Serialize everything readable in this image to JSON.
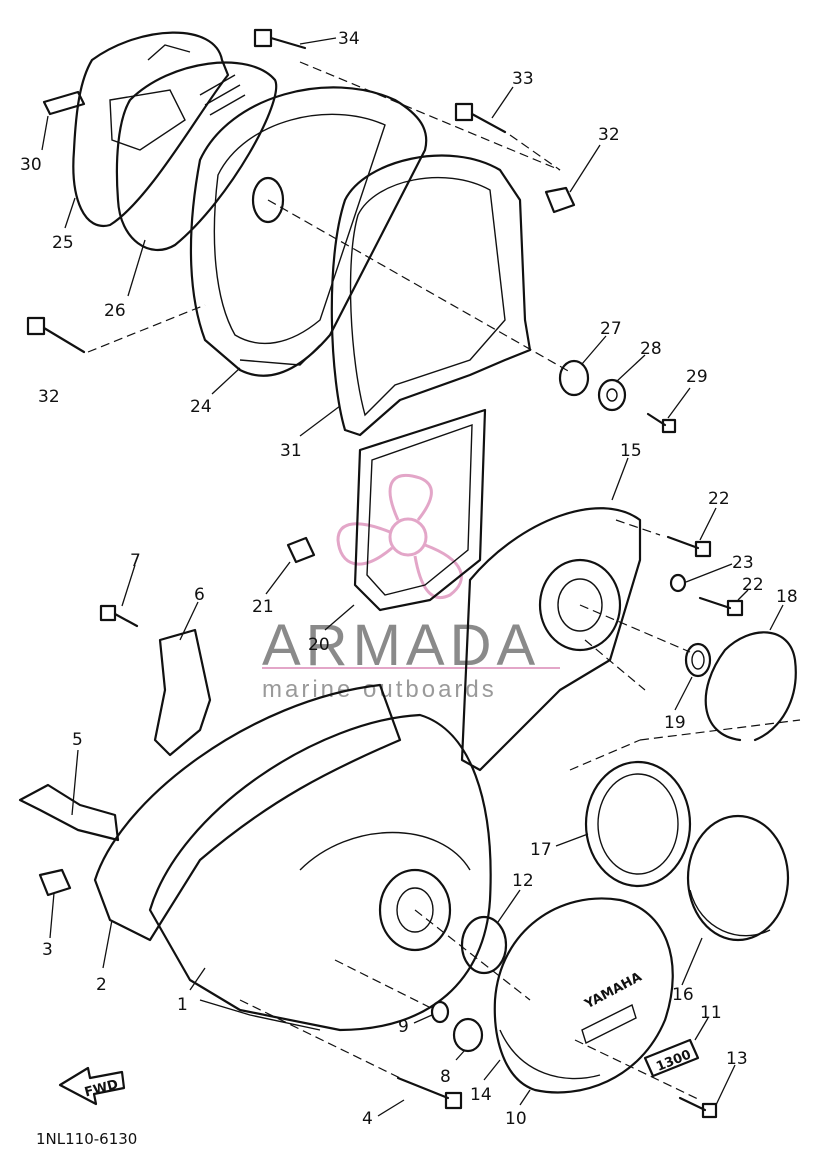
{
  "diagram": {
    "code": "1NL110-6130",
    "watermark": {
      "brand": "ARMADA",
      "tagline": "marine outboards",
      "color": "#e3a6c8"
    },
    "stamps": {
      "cover": "YAMAHA",
      "badge": "1300",
      "arrow": "FWD"
    },
    "callouts": [
      {
        "n": "1"
      },
      {
        "n": "2"
      },
      {
        "n": "3"
      },
      {
        "n": "4"
      },
      {
        "n": "5"
      },
      {
        "n": "6"
      },
      {
        "n": "7"
      },
      {
        "n": "8"
      },
      {
        "n": "9"
      },
      {
        "n": "10"
      },
      {
        "n": "11"
      },
      {
        "n": "12"
      },
      {
        "n": "13"
      },
      {
        "n": "14"
      },
      {
        "n": "15"
      },
      {
        "n": "16"
      },
      {
        "n": "17"
      },
      {
        "n": "18"
      },
      {
        "n": "19"
      },
      {
        "n": "20"
      },
      {
        "n": "21"
      },
      {
        "n": "22"
      },
      {
        "n": "22"
      },
      {
        "n": "23"
      },
      {
        "n": "24"
      },
      {
        "n": "25"
      },
      {
        "n": "26"
      },
      {
        "n": "27"
      },
      {
        "n": "28"
      },
      {
        "n": "29"
      },
      {
        "n": "30"
      },
      {
        "n": "31"
      },
      {
        "n": "32"
      },
      {
        "n": "32"
      },
      {
        "n": "33"
      },
      {
        "n": "34"
      }
    ]
  }
}
